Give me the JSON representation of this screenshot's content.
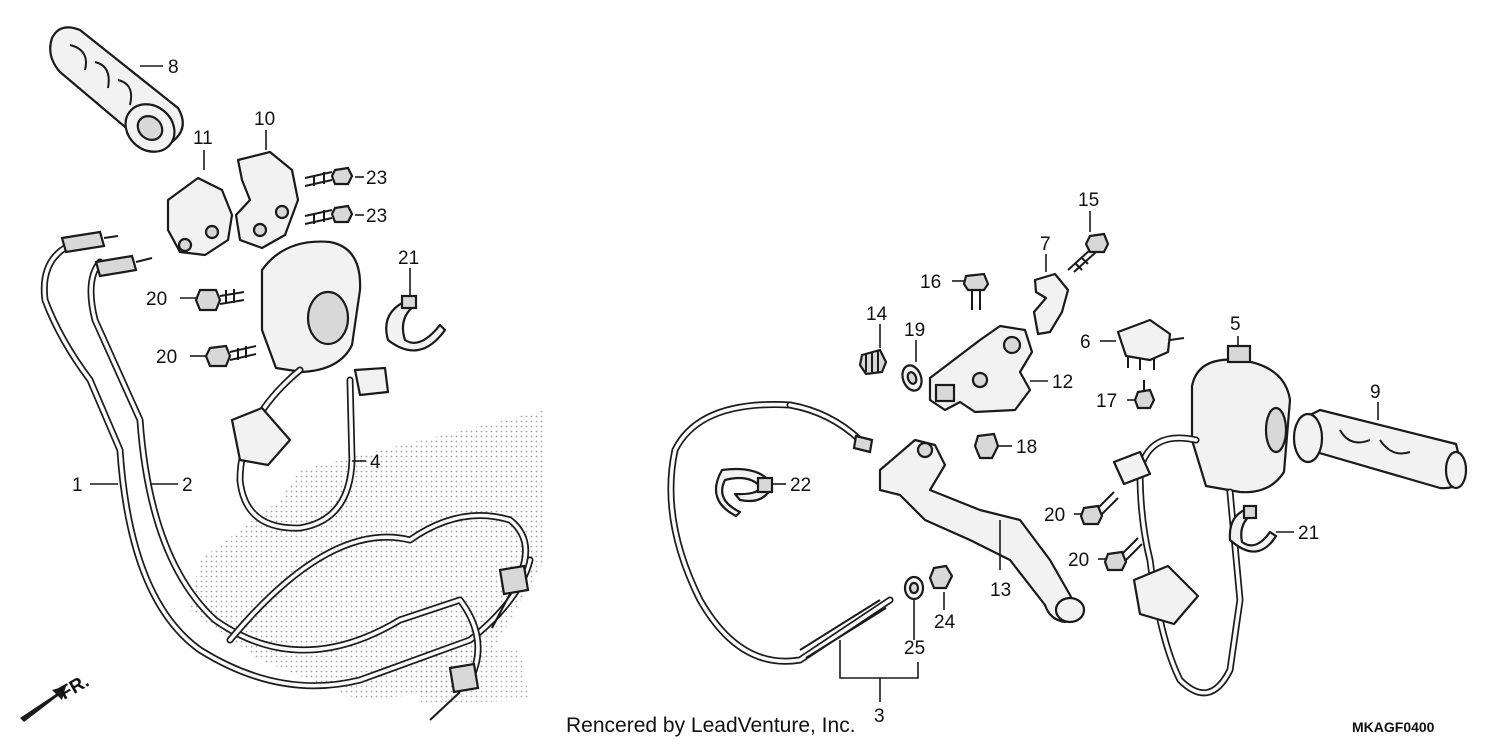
{
  "callouts": {
    "c1": "1",
    "c2": "2",
    "c3": "3",
    "c4": "4",
    "c5": "5",
    "c6": "6",
    "c7": "7",
    "c8": "8",
    "c9": "9",
    "c10": "10",
    "c11": "11",
    "c12": "12",
    "c13": "13",
    "c14": "14",
    "c15": "15",
    "c16": "16",
    "c17": "17",
    "c18": "18",
    "c19": "19",
    "c20a": "20",
    "c20b": "20",
    "c20c": "20",
    "c20d": "20",
    "c21a": "21",
    "c21b": "21",
    "c22": "22",
    "c23a": "23",
    "c23b": "23",
    "c24": "24",
    "c25": "25"
  },
  "footer": {
    "credit": "Rencered by LeadVenture, Inc.",
    "diagram_code": "MKAGF0400",
    "direction_label": "FR."
  },
  "colors": {
    "ink": "#1a1a1a",
    "shade": "#bfbfbf",
    "background": "#ffffff"
  }
}
